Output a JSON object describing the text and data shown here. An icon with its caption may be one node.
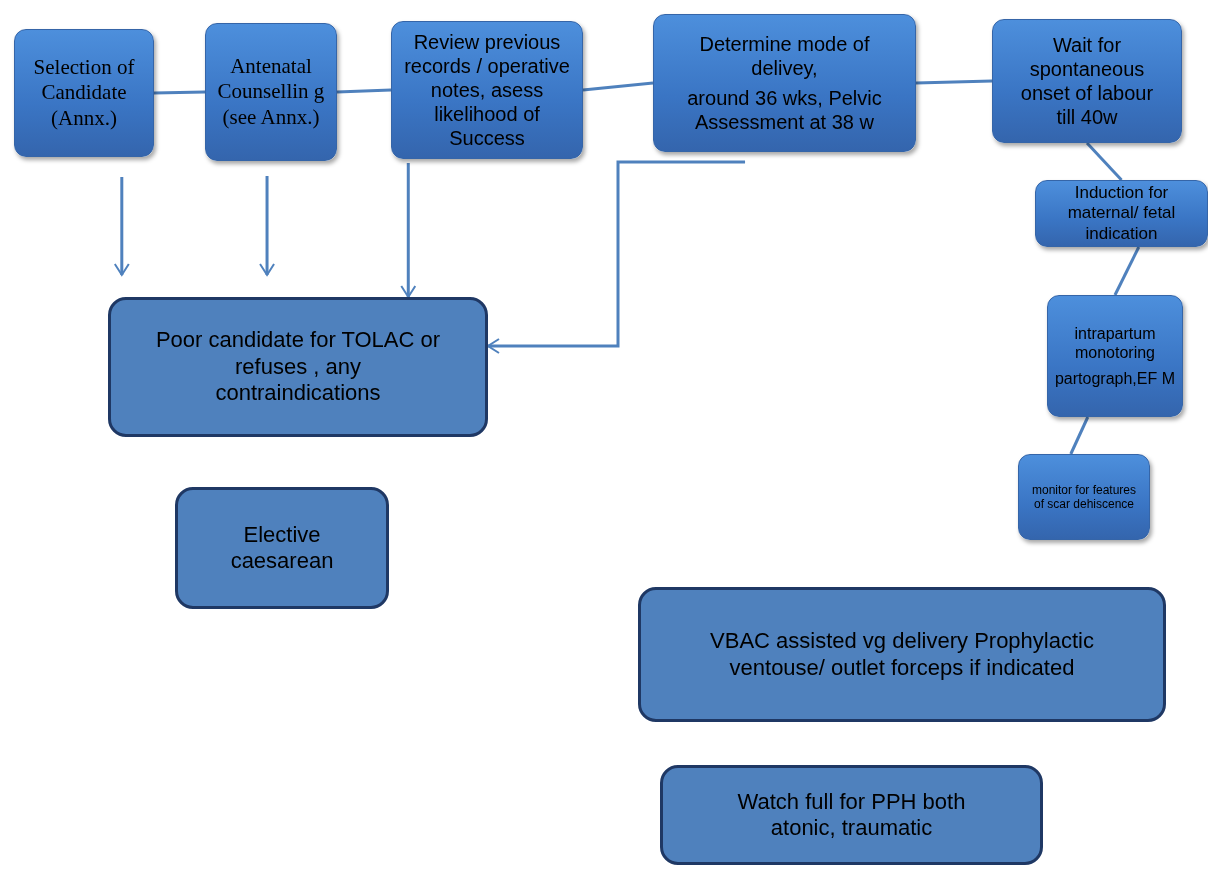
{
  "diagram": {
    "nodes": [
      {
        "text": [
          "Selection of Candidate (Annx.)"
        ]
      },
      {
        "text": [
          "Antenatal Counsellin g (see Annx.)"
        ]
      },
      {
        "text": [
          "Review previous records / operative notes, asess likelihood of  Success"
        ]
      },
      {
        "text": [
          "Determine mode of delivey,",
          "around 36 wks, Pelvic Assessment at 38 w"
        ]
      },
      {
        "text": [
          "Wait for spontaneous onset of labour till 40w"
        ]
      },
      {
        "text": [
          "Induction for maternal/ fetal indication"
        ]
      },
      {
        "text": [
          "intrapartum monotoring",
          "partograph,EF M"
        ]
      },
      {
        "text": [
          "Poor candidate for TOLAC or refuses , any contraindications"
        ]
      },
      {
        "text": [
          "monitor for features of scar dehiscence"
        ]
      },
      {
        "text": [
          "Elective caesarean"
        ]
      },
      {
        "text": [
          "VBAC assisted  vg delivery Prophylactic ventouse/ outlet forceps if indicated"
        ]
      },
      {
        "text": [
          "Watch full for PPH both atonic, traumatic"
        ]
      }
    ],
    "edges": [
      {
        "from": 0,
        "to": 1,
        "arrow": "none"
      },
      {
        "from": 1,
        "to": 2,
        "arrow": "none"
      },
      {
        "from": 2,
        "to": 3,
        "arrow": "none"
      },
      {
        "from": 3,
        "to": 4,
        "arrow": "none"
      },
      {
        "from": 4,
        "to": 5,
        "arrow": "none"
      },
      {
        "from": 5,
        "to": 6,
        "arrow": "none"
      },
      {
        "from": 6,
        "to": 8,
        "arrow": "none"
      },
      {
        "from": 0,
        "to": 7,
        "arrow": "to"
      },
      {
        "from": 1,
        "to": 7,
        "arrow": "to"
      },
      {
        "from": 2,
        "to": 7,
        "arrow": "to"
      },
      {
        "from": 3,
        "to": 7,
        "arrow": "to"
      }
    ]
  }
}
